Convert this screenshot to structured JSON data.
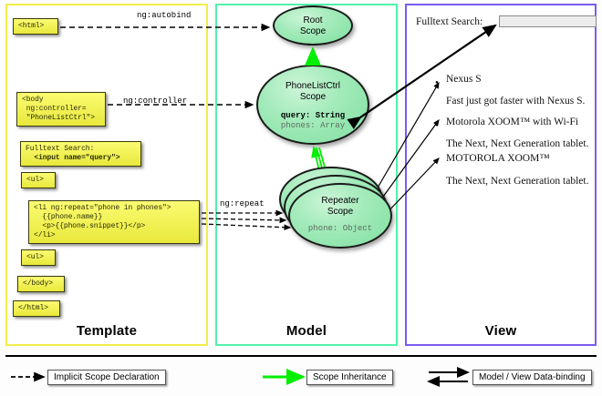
{
  "panels": [
    {
      "key": "template",
      "title": "Template",
      "border_color": "#f2ed4b"
    },
    {
      "key": "model",
      "title": "Model",
      "border_color": "#4ff2a8"
    },
    {
      "key": "view",
      "title": "View",
      "border_color": "#7a5cf0"
    }
  ],
  "template": {
    "code_boxes": [
      {
        "name": "html-open-tag",
        "text": "<html>"
      },
      {
        "name": "body-controller-tag",
        "text": "<body\n ng:controller=\n \"PhoneListCtrl\">"
      },
      {
        "name": "fulltext-search-snippet",
        "line1": "Fulltext Search:",
        "line2": "  <input name=\"query\">"
      },
      {
        "name": "ul-open-tag",
        "text": "<ul>"
      },
      {
        "name": "li-repeat-snippet",
        "text": "<li ng:repeat=\"phone in phones\">\n  {{phone.name}}\n  <p>{{phone.snippet}}</p>\n</li>"
      },
      {
        "name": "ul-close-tag",
        "text": "<ul>"
      },
      {
        "name": "body-close-tag",
        "text": "</body>"
      },
      {
        "name": "html-close-tag",
        "text": "</html>"
      }
    ]
  },
  "model": {
    "scopes": [
      {
        "name": "root-scope",
        "title": "Root\nScope",
        "props": []
      },
      {
        "name": "phonelistctrl-scope",
        "title": "PhoneListCtrl\nScope",
        "props": [
          {
            "text": "query: String",
            "style": "strong"
          },
          {
            "text": "phones: Array",
            "style": "dim"
          }
        ]
      },
      {
        "name": "repeater-scope",
        "title": "Repeater\nScope",
        "props": [
          {
            "text": "phone: Object",
            "style": "dim"
          }
        ]
      }
    ]
  },
  "view": {
    "search_label": "Fulltext Search:",
    "search_value": "",
    "phones": [
      {
        "title": "Nexus S",
        "desc": "Fast just got faster with Nexus S."
      },
      {
        "title": "Motorola XOOM™  with Wi-Fi",
        "desc": "The Next, Next Generation tablet."
      },
      {
        "title": "MOTOROLA XOOM™",
        "desc": "The Next, Next Generation tablet."
      }
    ]
  },
  "edges": [
    {
      "name": "ng-autobind-label",
      "label": "ng:autobind"
    },
    {
      "name": "ng-controller-label",
      "label": "ng:controller"
    },
    {
      "name": "ng-repeat-label",
      "label": "ng:repeat"
    }
  ],
  "legend": [
    {
      "name": "legend-implicit-scope-declaration",
      "label": "Implicit Scope Declaration",
      "arrow": "dashed-black"
    },
    {
      "name": "legend-scope-inheritance",
      "label": "Scope Inheritance",
      "arrow": "solid-green"
    },
    {
      "name": "legend-model-view-databinding",
      "label": "Model / View Data-binding",
      "arrow": "double-black"
    }
  ],
  "colors": {
    "template_border": "#f2ed4b",
    "model_border": "#4ff2a8",
    "view_border": "#7a5cf0",
    "code_fill": "#e8e83c",
    "scope_fill": "#a4ebbb",
    "inheritance_arrow": "#00ee00"
  }
}
